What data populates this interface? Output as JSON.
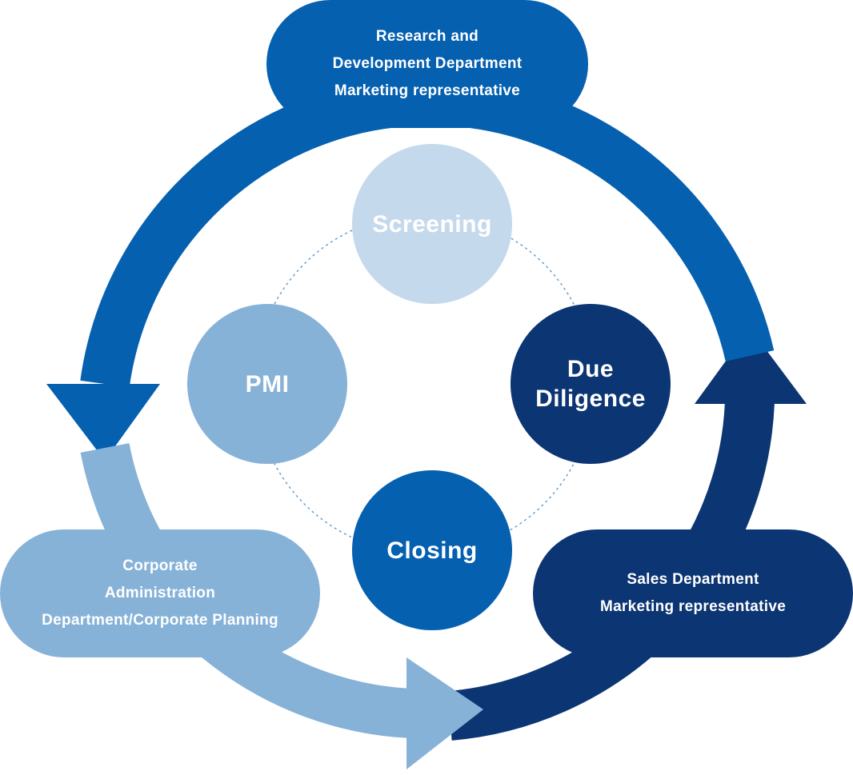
{
  "colors": {
    "primary_blue": "#0560b0",
    "dark_navy": "#0c3573",
    "light_blue": "#87b2d8",
    "pale_blue": "#c4d9ec",
    "dotted_ring": "#6a9fd0",
    "text": "#ffffff"
  },
  "departments": {
    "rnd": {
      "lines": [
        "Research and",
        "Development Department",
        "Marketing representative"
      ]
    },
    "sales": {
      "lines": [
        "Sales Department",
        "Marketing representative"
      ]
    },
    "corporate": {
      "lines": [
        "Corporate",
        "Administration",
        "Department/Corporate Planning"
      ]
    }
  },
  "stages": {
    "screening": {
      "lines": [
        "Screening"
      ]
    },
    "due_diligence": {
      "lines": [
        "Due",
        "Diligence"
      ]
    },
    "closing": {
      "lines": [
        "Closing"
      ]
    },
    "pmi": {
      "lines": [
        "PMI"
      ]
    }
  }
}
